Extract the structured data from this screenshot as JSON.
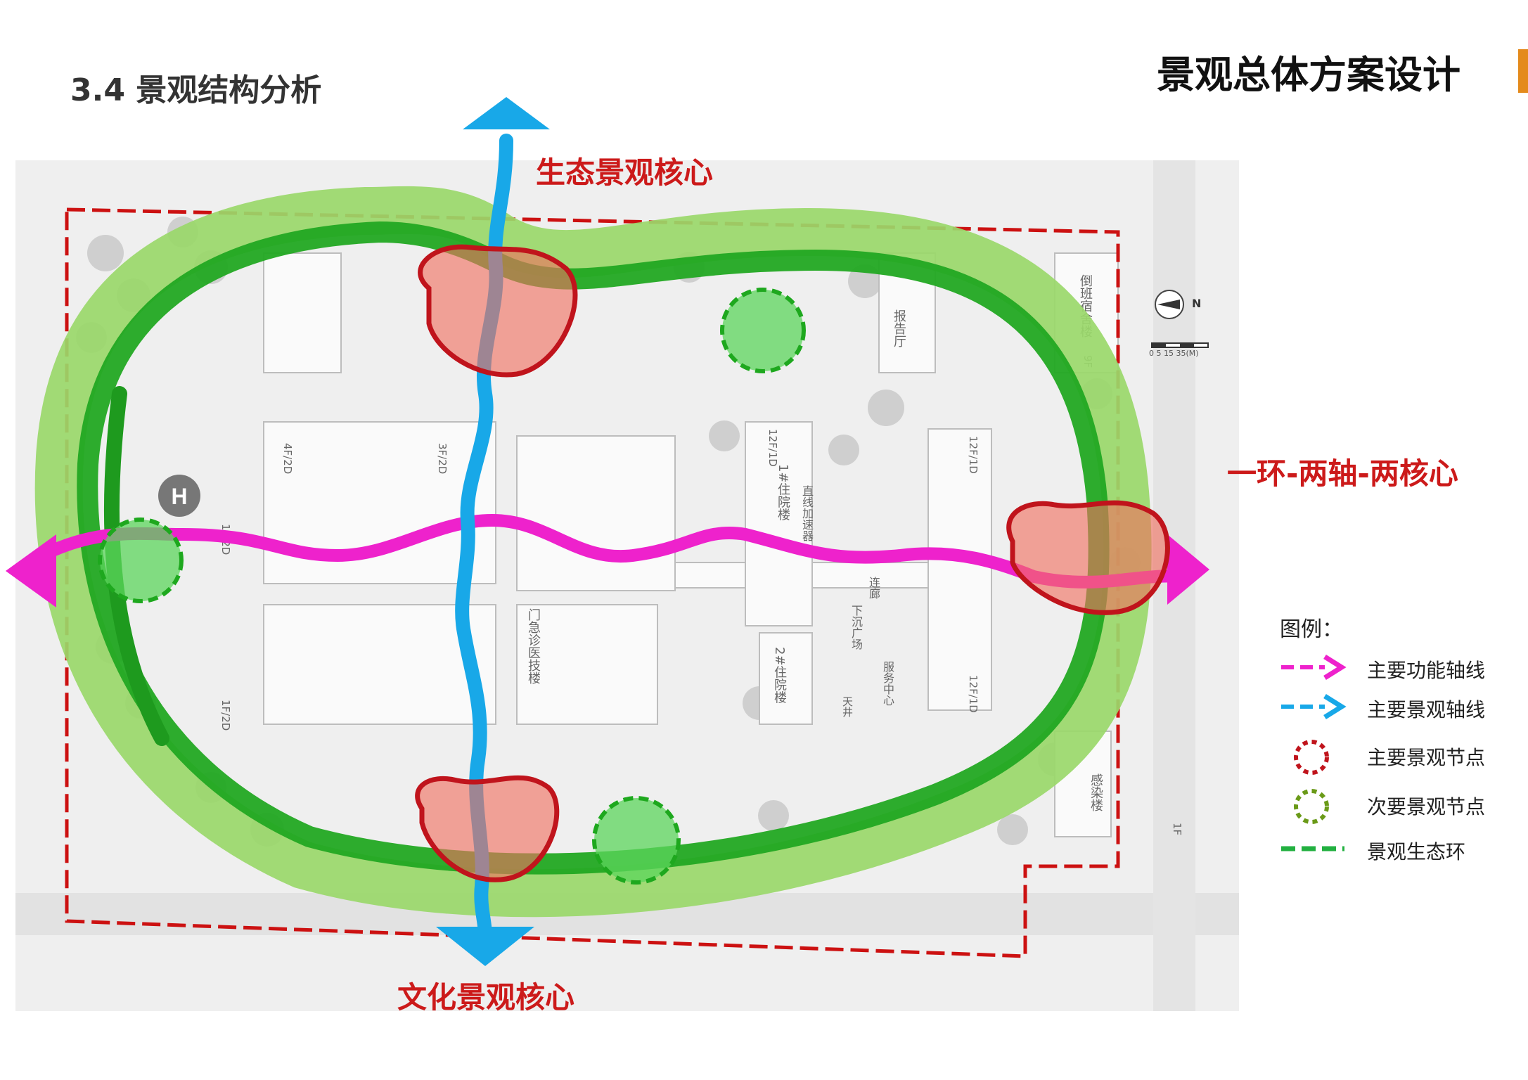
{
  "header": {
    "title": "景观总体方案设计",
    "accent_color": "#e48a1c"
  },
  "section": {
    "title": "3.4  景观结构分析"
  },
  "labels": {
    "eco_core": "生态景观核心",
    "culture_core": "文化景观核心",
    "structure": "一环-两轴-两核心"
  },
  "legend": {
    "title": "图例：",
    "items": [
      {
        "label": "主要功能轴线",
        "color": "#ee22cc",
        "symbol": "dashed-arrow-icon"
      },
      {
        "label": "主要景观轴线",
        "color": "#18a8e8",
        "symbol": "dashed-arrow-icon"
      },
      {
        "label": "主要景观节点",
        "color": "#c0141c",
        "symbol": "dotted-circle-icon"
      },
      {
        "label": "次要景观节点",
        "color": "#6a9a18",
        "symbol": "dotted-circle-icon"
      },
      {
        "label": "景观生态环",
        "color": "#22b040",
        "symbol": "dashed-line-icon"
      }
    ]
  },
  "map": {
    "north": "N",
    "scale_ticks": "0  5   15        35(M)",
    "buildings": [
      "门急诊医技楼",
      "1#住院楼",
      "2#住院楼",
      "感染楼",
      "倒班宿舍楼",
      "报告厅",
      "服务中心",
      "连廊",
      "下沉广场",
      "直线加速器",
      "12F/1D",
      "3F/2D",
      "4F/2D",
      "1F/2D",
      "1F",
      "9F",
      "天井"
    ]
  }
}
